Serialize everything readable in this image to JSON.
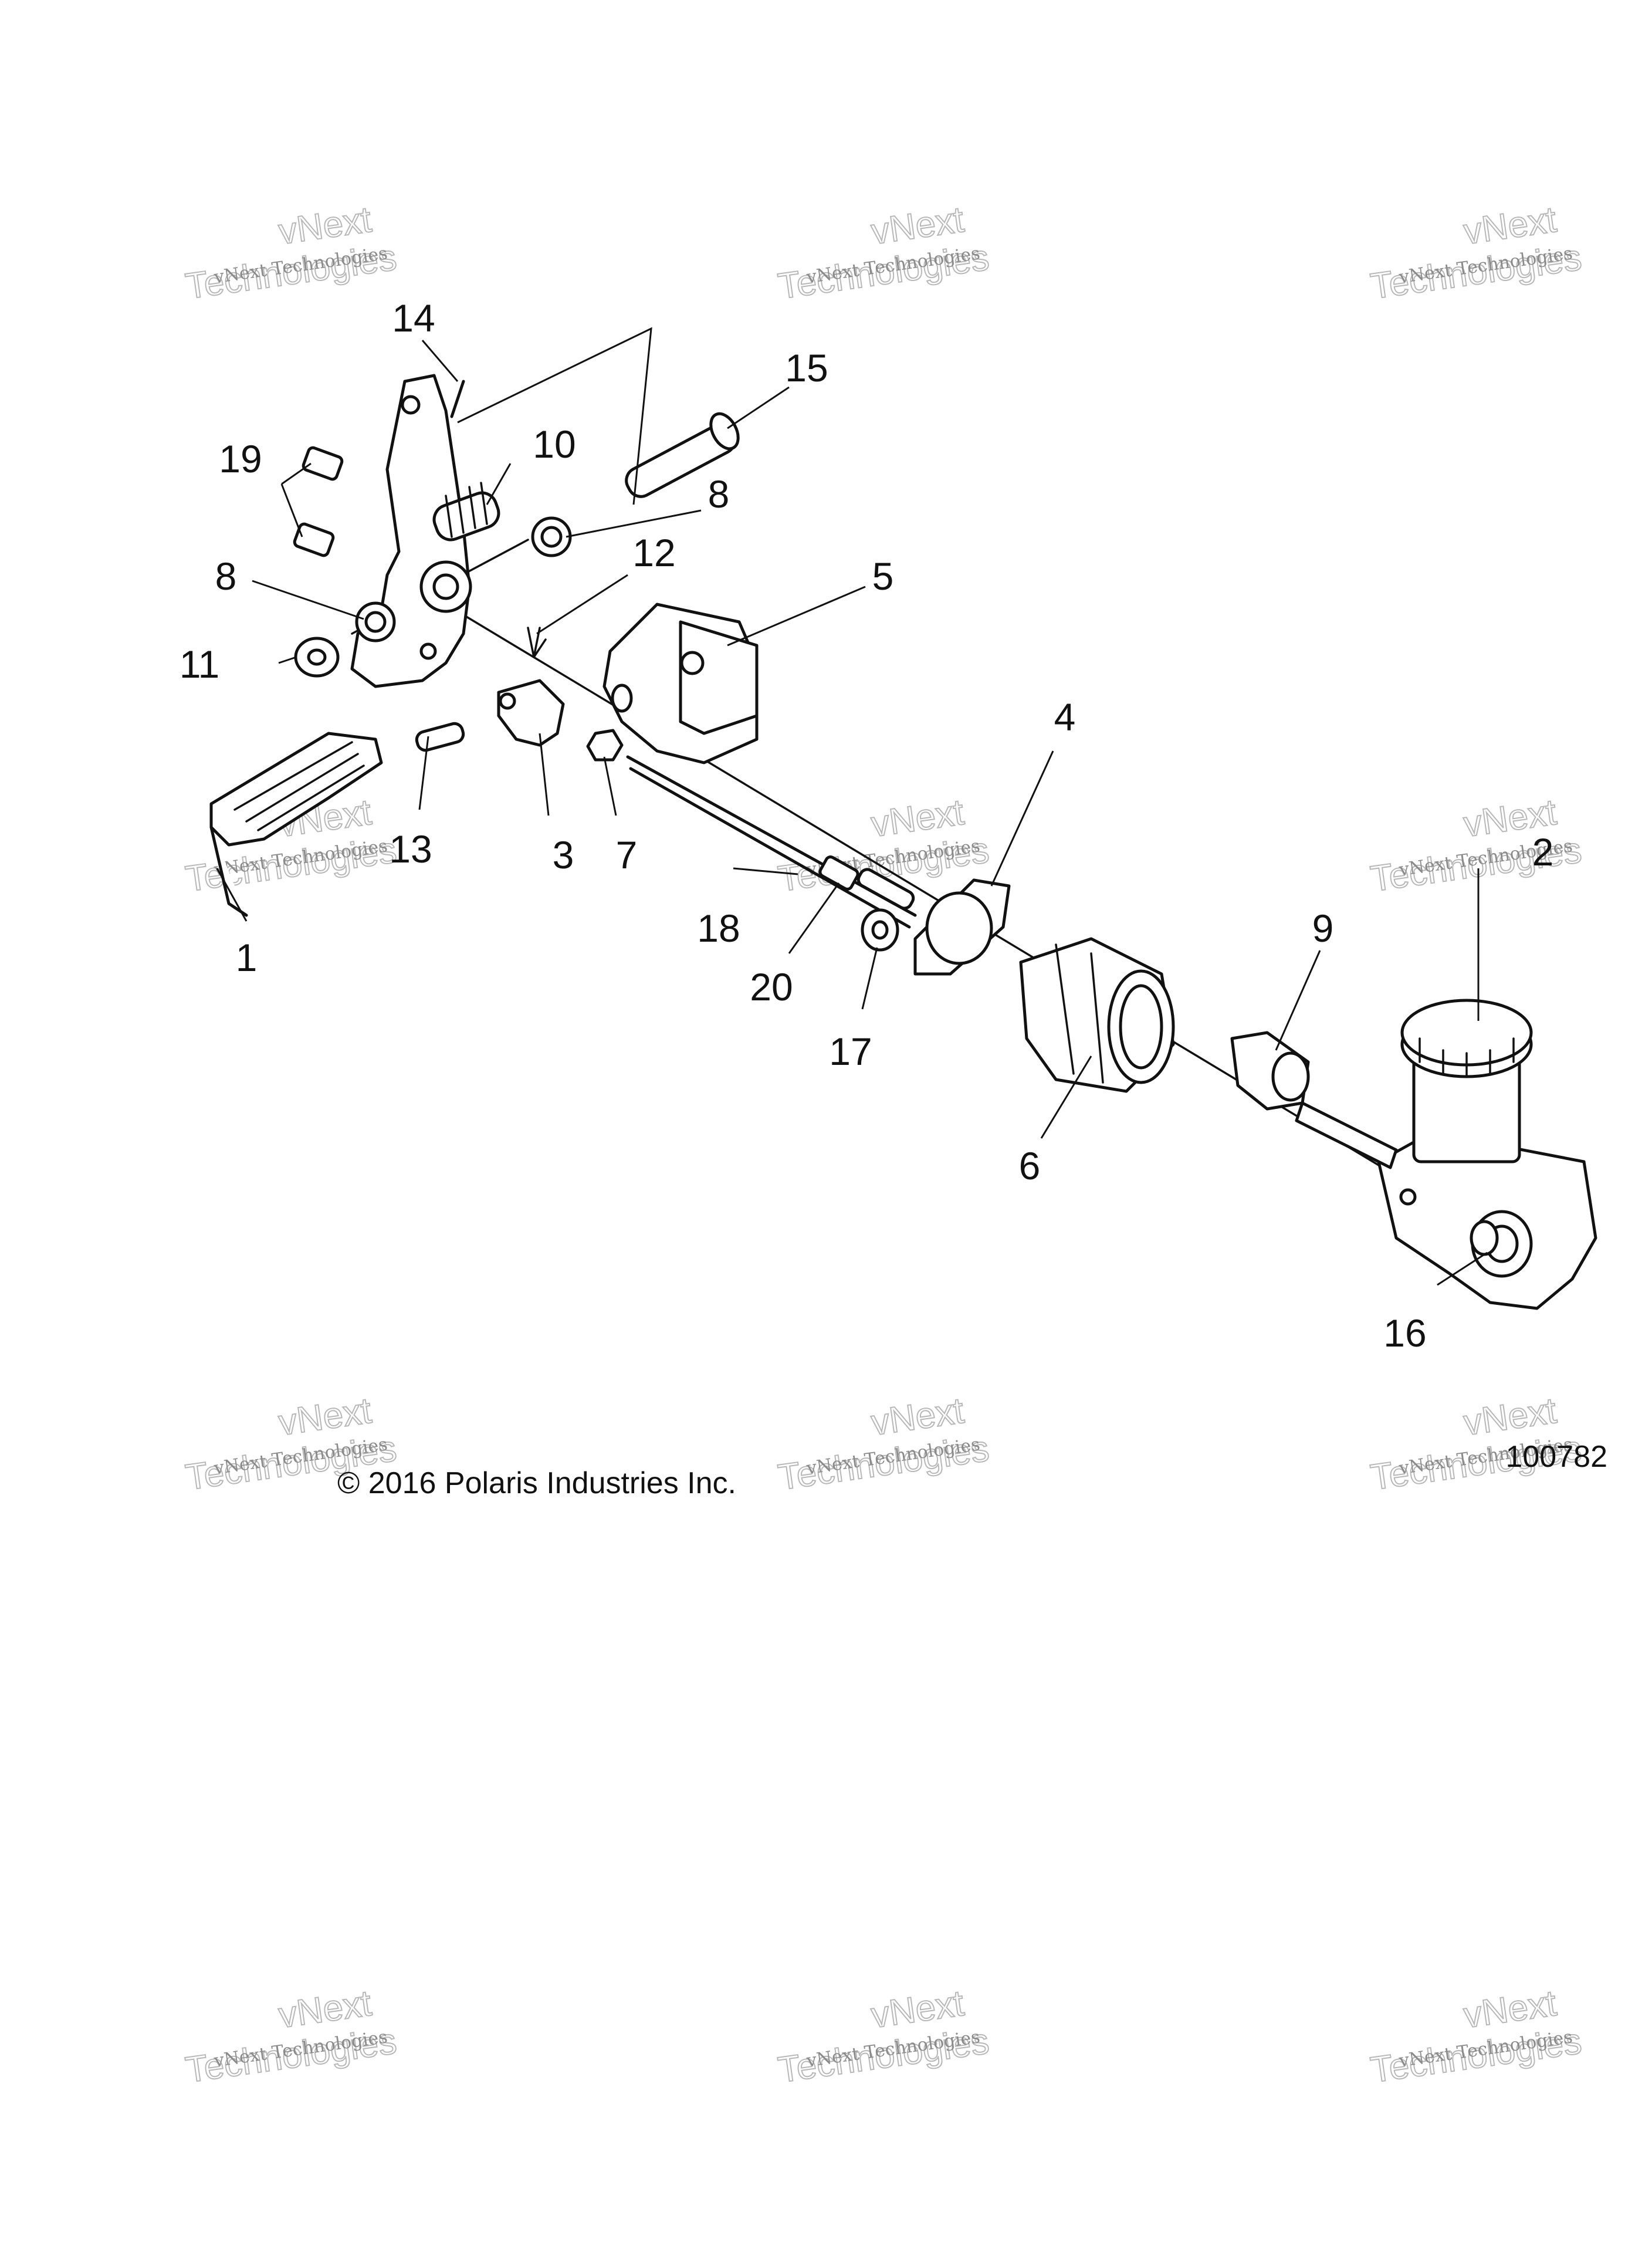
{
  "callouts": [
    "1",
    "2",
    "3",
    "4",
    "5",
    "6",
    "7",
    "8",
    "8",
    "9",
    "10",
    "11",
    "12",
    "13",
    "14",
    "15",
    "16",
    "17",
    "18",
    "19",
    "20"
  ],
  "copyright": "© 2016 Polaris Industries Inc.",
  "figure_number": "100782",
  "watermark": {
    "line1": "vNext Technologies",
    "line2": "Technologies",
    "line3": "vNext"
  }
}
